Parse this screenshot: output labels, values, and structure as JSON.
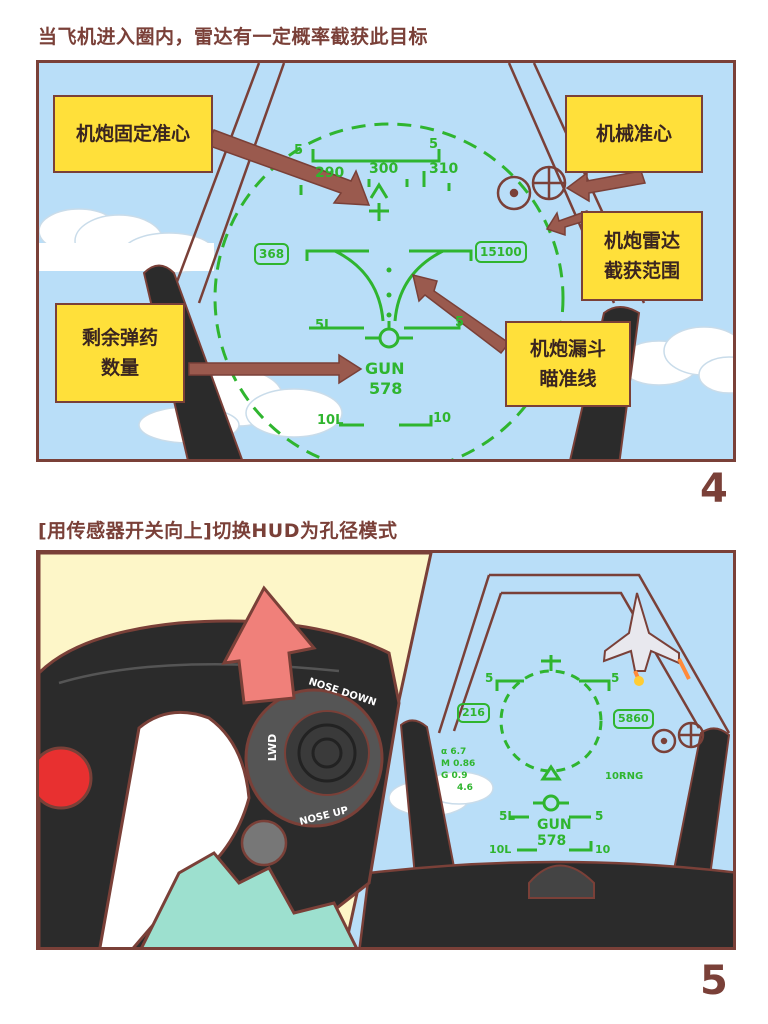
{
  "panel4": {
    "caption": "当飞机进入圈内，雷达有一定概率截获此目标",
    "number": "4",
    "callouts": {
      "fixed_reticle": "机炮固定准心",
      "mech_reticle": "机械准心",
      "radar_range_l1": "机炮雷达",
      "radar_range_l2": "截获范围",
      "ammo_l1": "剩余弹药",
      "ammo_l2": "数量",
      "funnel_l1": "机炮漏斗",
      "funnel_l2": "瞄准线"
    },
    "hud": {
      "heading_left": "290",
      "heading_center": "300",
      "heading_right": "310",
      "pitch_top_left": "5",
      "pitch_top_right": "5",
      "speed_box": "368",
      "alt_box": "15100",
      "pitch_left": "5L",
      "pitch_right": "5",
      "gun_label": "GUN",
      "ammo_count": "578",
      "pitch_bottom_left": "10L",
      "pitch_bottom_right": "10"
    }
  },
  "panel5": {
    "caption": "[用传感器开关向上]切换HUD为孔径模式",
    "number": "5",
    "switch_labels": {
      "nose_down": "NOSE DOWN",
      "nose_up": "NOSE UP",
      "lwd": "LWD"
    },
    "hud": {
      "pitch_top_left": "5",
      "pitch_top_right": "5",
      "speed_box": "216",
      "alt_box": "5860",
      "alpha": "α 6.7",
      "mach": "M 0.86",
      "g": "G 0.9",
      "g_extra": "4.6",
      "range": "10RNG",
      "pitch_left": "5L",
      "pitch_right": "5",
      "gun_label": "GUN",
      "ammo_count": "578",
      "pitch_bottom_left": "10L",
      "pitch_bottom_right": "10"
    }
  },
  "colors": {
    "outline": "#7a4038",
    "sky": "#b9def8",
    "hud_green": "#2fb52f",
    "callout_yellow": "#ffe03a",
    "arrow": "#9a5a4e",
    "cream": "#fdf6c8",
    "switch_dark": "#2b2b2b",
    "red_arrow": "#f0807a"
  }
}
